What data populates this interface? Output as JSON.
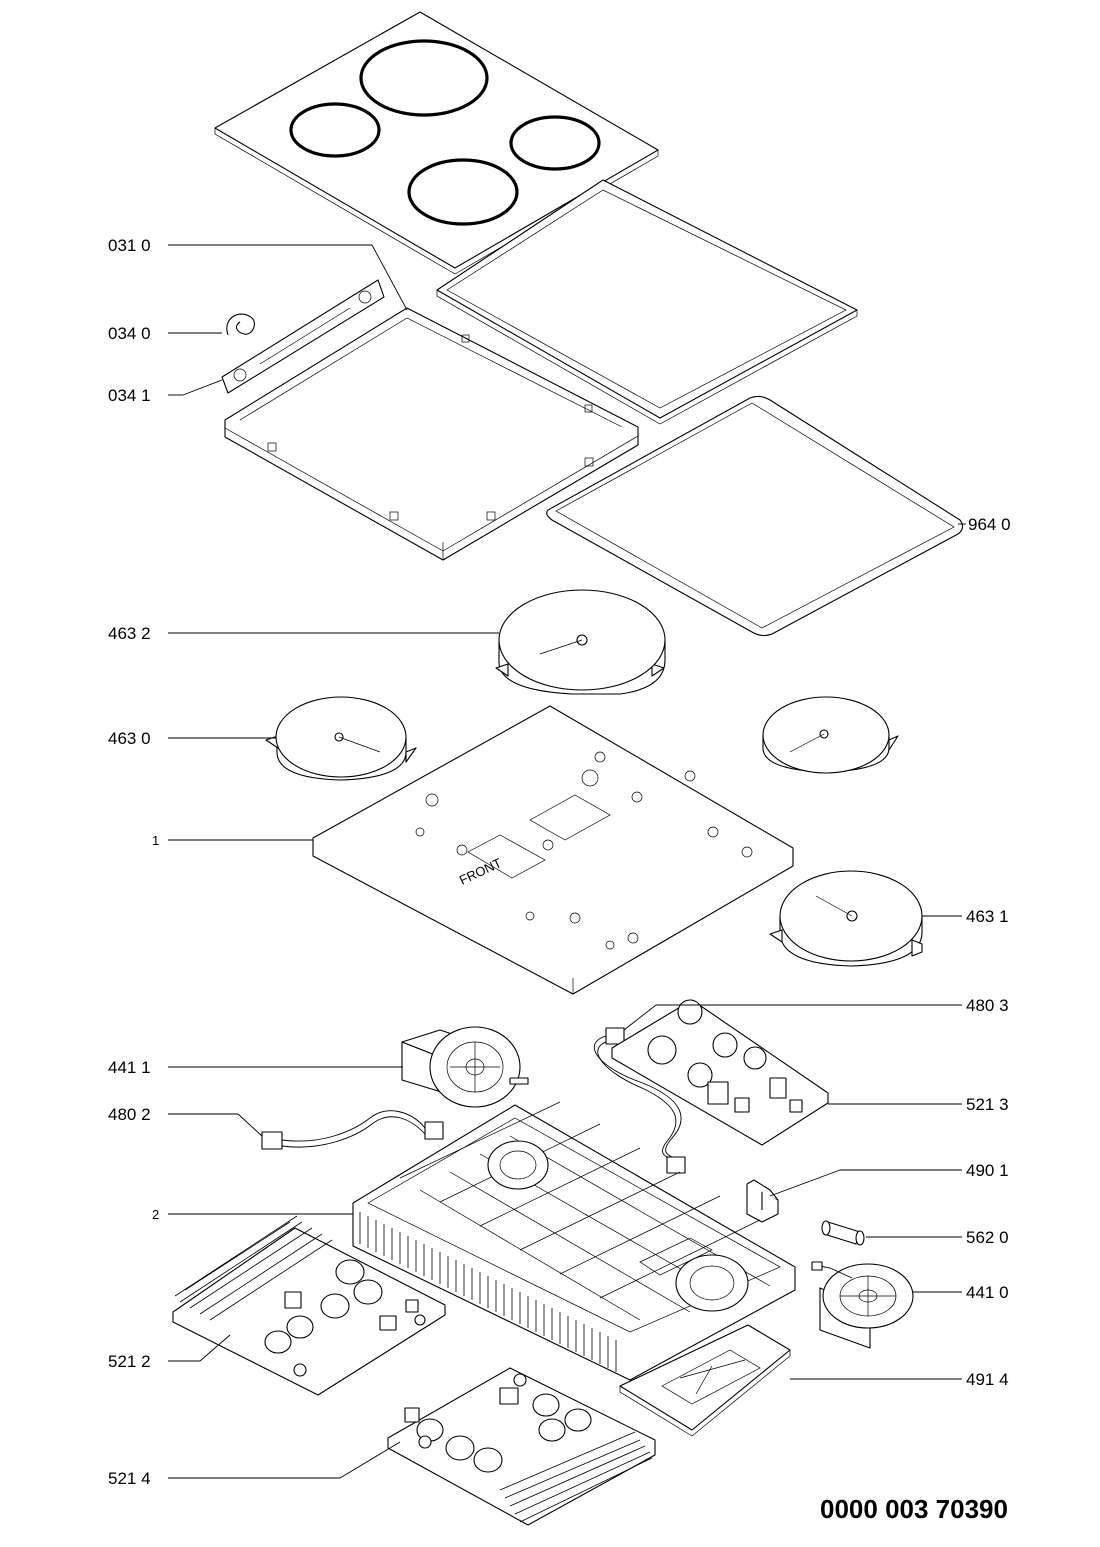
{
  "labels": {
    "p031_0": "031 0",
    "p034_0": "034 0",
    "p034_1": "034 1",
    "p964_0": "964 0",
    "p463_2": "463 2",
    "p463_0": "463 0",
    "p1": "1",
    "p463_1": "463 1",
    "p480_3": "480 3",
    "p441_1": "441 1",
    "p480_2": "480 2",
    "p521_3": "521 3",
    "p490_1": "490 1",
    "p2": "2",
    "p562_0": "562 0",
    "p441_0": "441 0",
    "p521_2": "521 2",
    "p491_4": "491 4",
    "p521_4": "521 4"
  },
  "base_marking": "FRONT",
  "document_number": "0000 003 70390"
}
